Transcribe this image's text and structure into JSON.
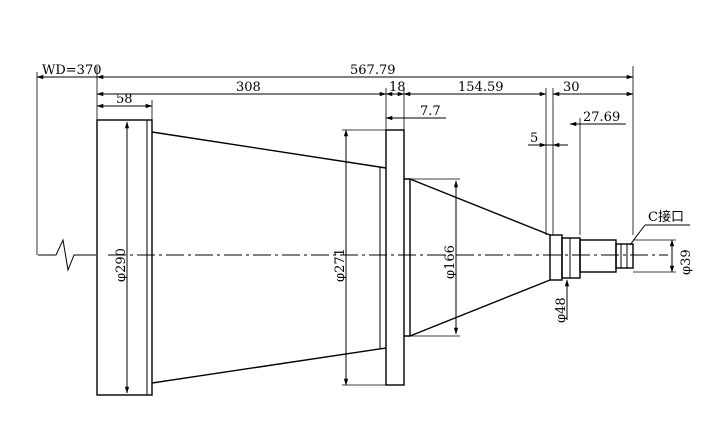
{
  "drawing": {
    "working_distance": "WD=370",
    "overall_length": "567.79",
    "dimensions": {
      "d308": "308",
      "d58": "58",
      "d18": "18",
      "d7_7": "7.7",
      "d154_59": "154.59",
      "d30": "30",
      "d27_69": "27.69",
      "d5": "5"
    },
    "diameters": {
      "front": "φ290",
      "flange": "φ271",
      "mid": "φ166",
      "neck": "φ48",
      "mount": "φ39"
    },
    "mount_label": "C接口"
  }
}
